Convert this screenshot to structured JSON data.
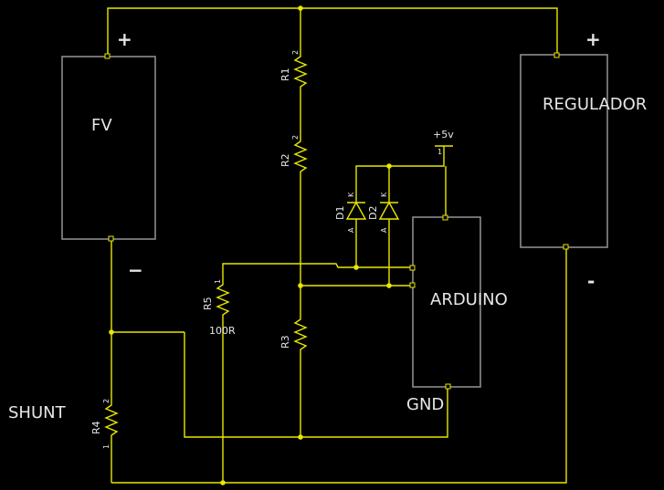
{
  "blocks": {
    "fv": "FV",
    "regulador": "REGULADOR",
    "arduino": "ARDUINO"
  },
  "signs": {
    "fv_plus": "+",
    "fv_minus": "−",
    "reg_plus": "+",
    "reg_minus": "-"
  },
  "labels": {
    "shunt": "SHUNT",
    "gnd": "GND",
    "supply": "+5v",
    "supply_pin": "1"
  },
  "resistors": {
    "r1": "R1",
    "r2": "R2",
    "r3": "R3",
    "r4": "R4",
    "r5": "R5",
    "r5_value": "100R"
  },
  "diodes": {
    "d1": "D1",
    "d2": "D2",
    "anode": "A",
    "cathode": "K"
  },
  "pins": {
    "one": "1",
    "two": "2"
  },
  "colors": {
    "wire": "#e8e800",
    "box": "#8c8c8c",
    "background": "#000000",
    "text": "#e6e6e6"
  }
}
